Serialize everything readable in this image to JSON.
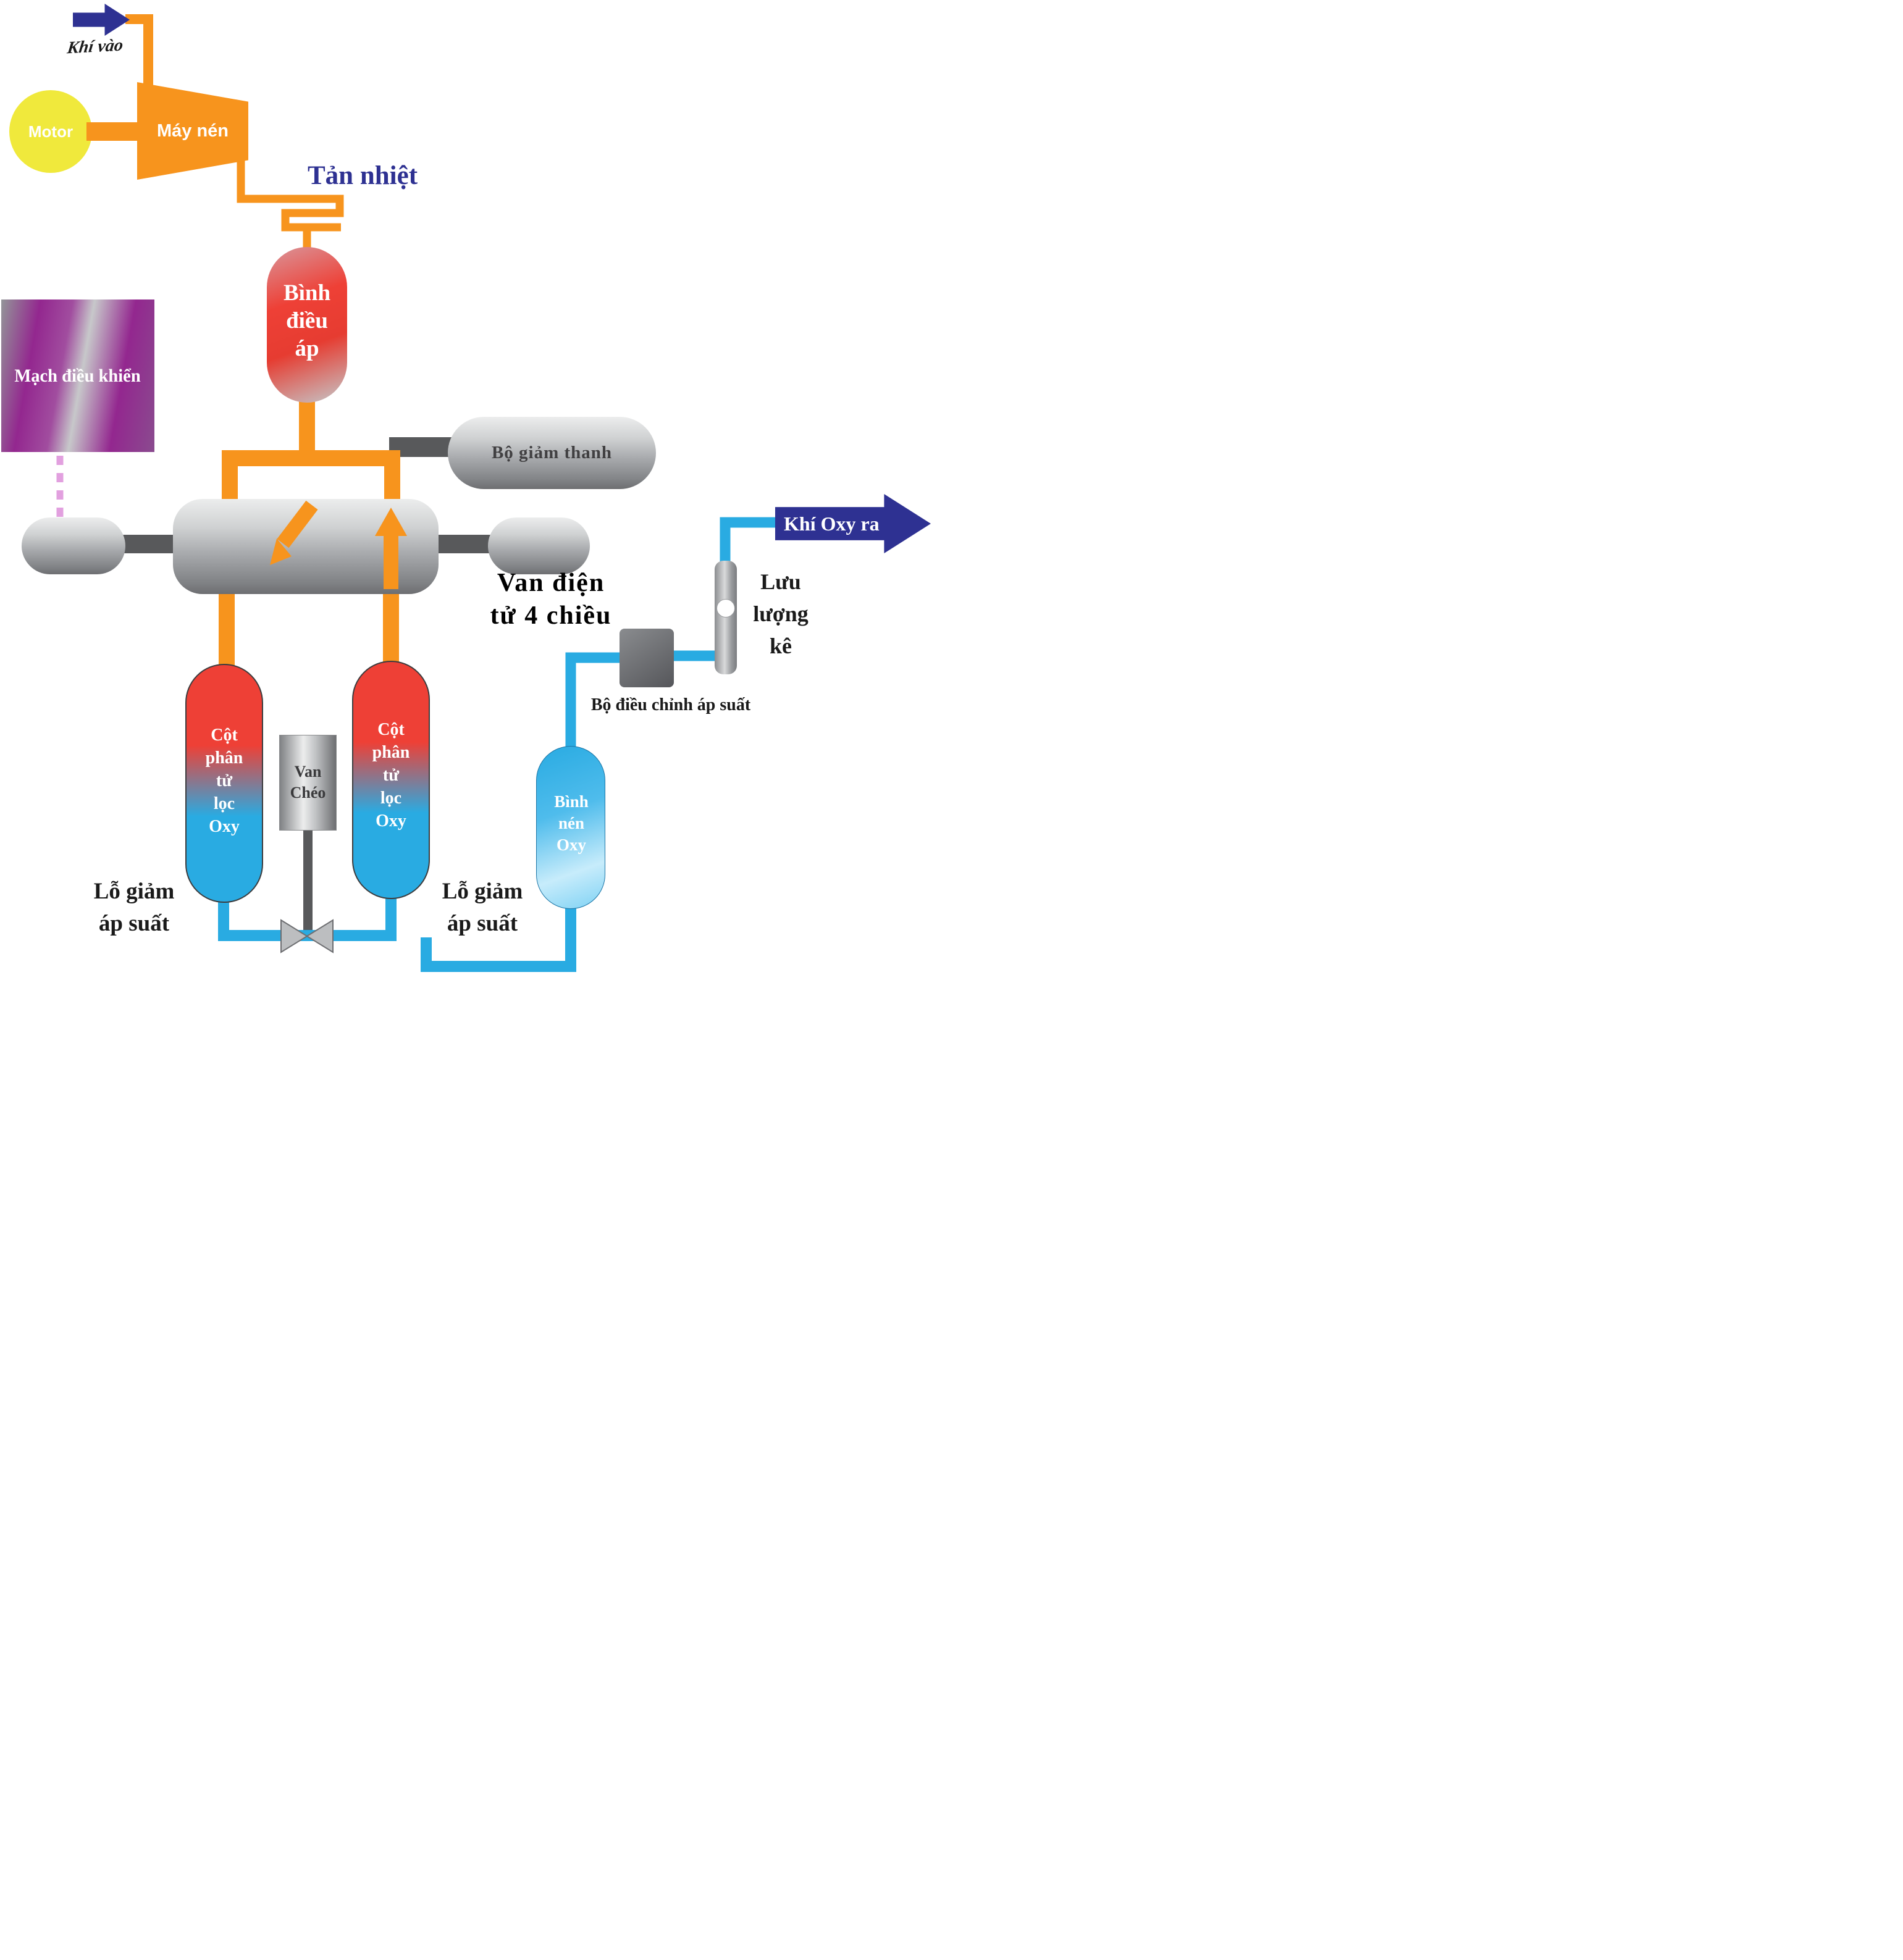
{
  "labels": {
    "gas_in": "Khí vào",
    "motor": "Motor",
    "compressor": "Máy nén",
    "heat_sink": "Tản nhiệt",
    "pressure_tank": [
      "Bình",
      "điều",
      "áp"
    ],
    "control_circuit": "Mạch điều khiển",
    "silencer": "Bộ giảm thanh",
    "valve_4way": [
      "Van điện",
      "tử 4 chiều"
    ],
    "sieve_column": [
      "Cột",
      "phân",
      "tử",
      "lọc",
      "Oxy"
    ],
    "cross_valve": [
      "Van",
      "Chéo"
    ],
    "pressure_hole": [
      "Lỗ giảm",
      "áp suất"
    ],
    "oxygen_tank": [
      "Bình",
      "nén",
      "Oxy"
    ],
    "pressure_regulator": "Bộ điều chỉnh áp suất",
    "flow_meter": [
      "Lưu",
      "lượng",
      "kê"
    ],
    "oxygen_out": "Khí Oxy ra"
  },
  "colors": {
    "orange": "#F7941D",
    "red": "#EE4036",
    "lightblue": "#29ABE2",
    "darkblue": "#2E3192",
    "yellow": "#F0E93C",
    "purple": "#93278F",
    "graydark": "#58595B",
    "graymid": "#A7A9AC",
    "pink": "#E2A0DF",
    "textdark": "#1A1A1A"
  }
}
